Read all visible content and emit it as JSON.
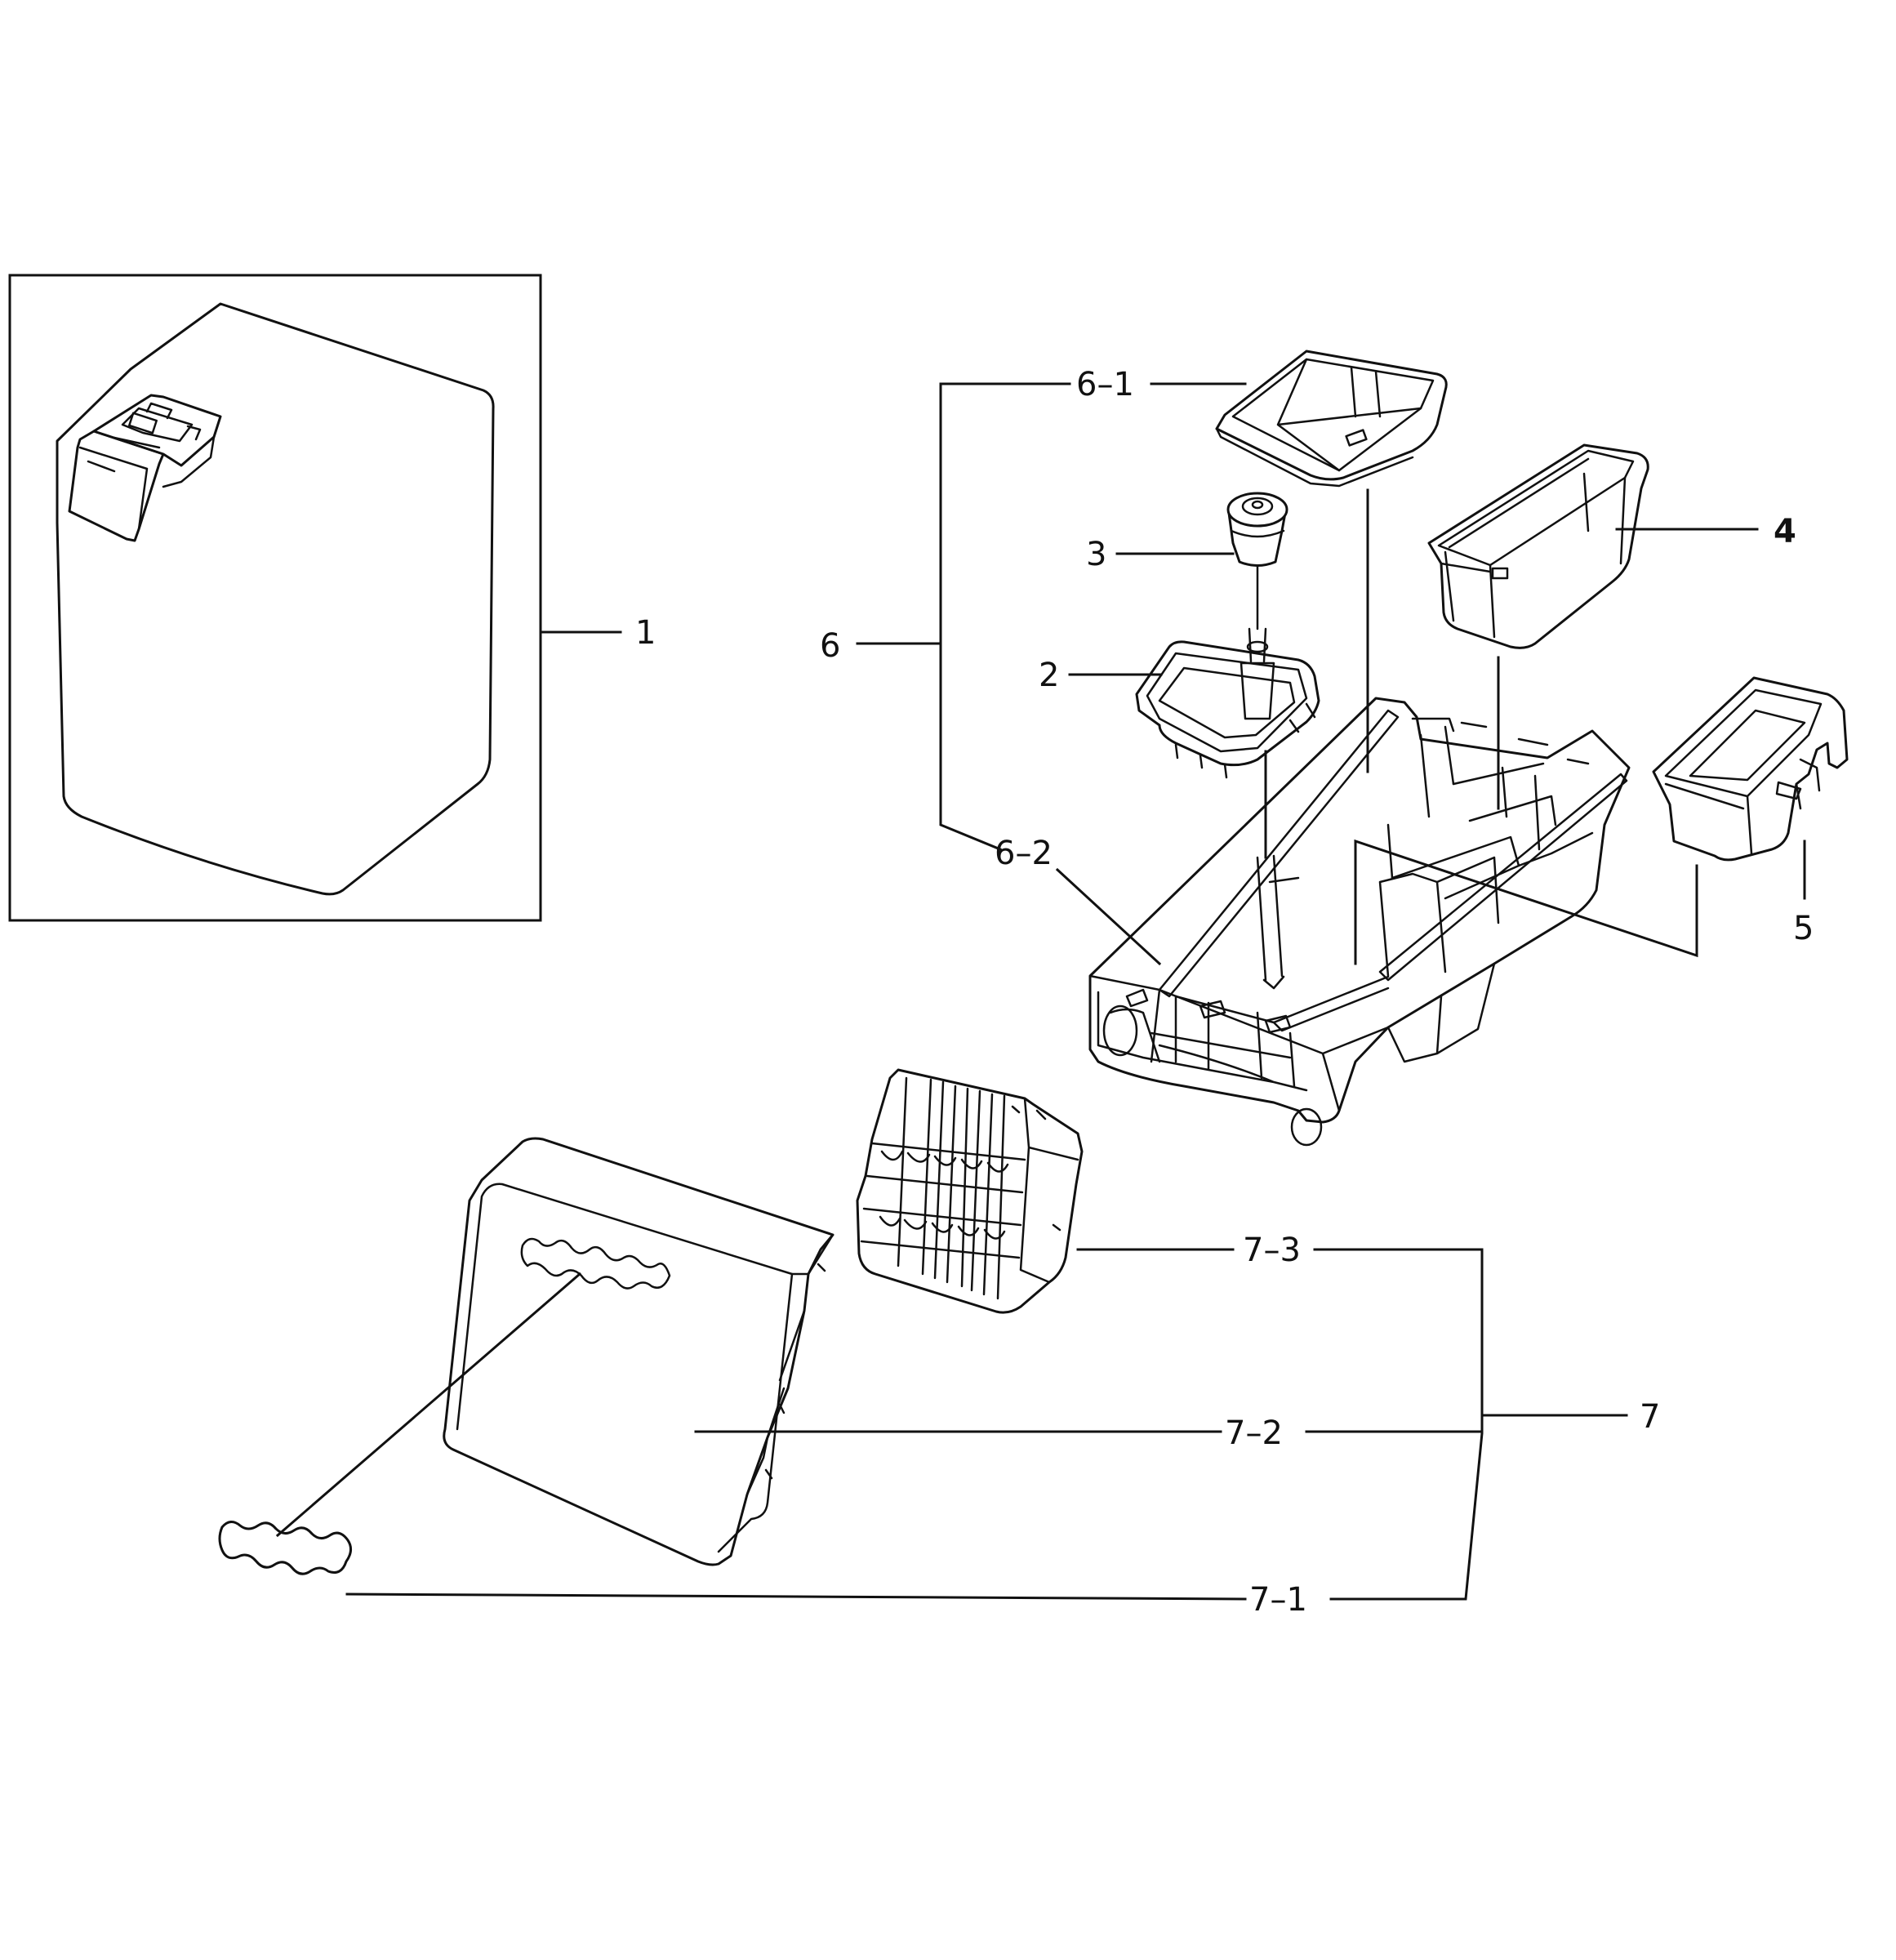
{
  "callouts": {
    "c1": "1",
    "c2": "2",
    "c3": "3",
    "c4": "4",
    "c5": "5",
    "c6": "6",
    "c6_1": "6–1",
    "c6_2": "6–2",
    "c7": "7",
    "c7_1": "7–1",
    "c7_2": "7–2",
    "c7_3": "7–3"
  },
  "line_color": "#111111",
  "background_color": "#ffffff"
}
